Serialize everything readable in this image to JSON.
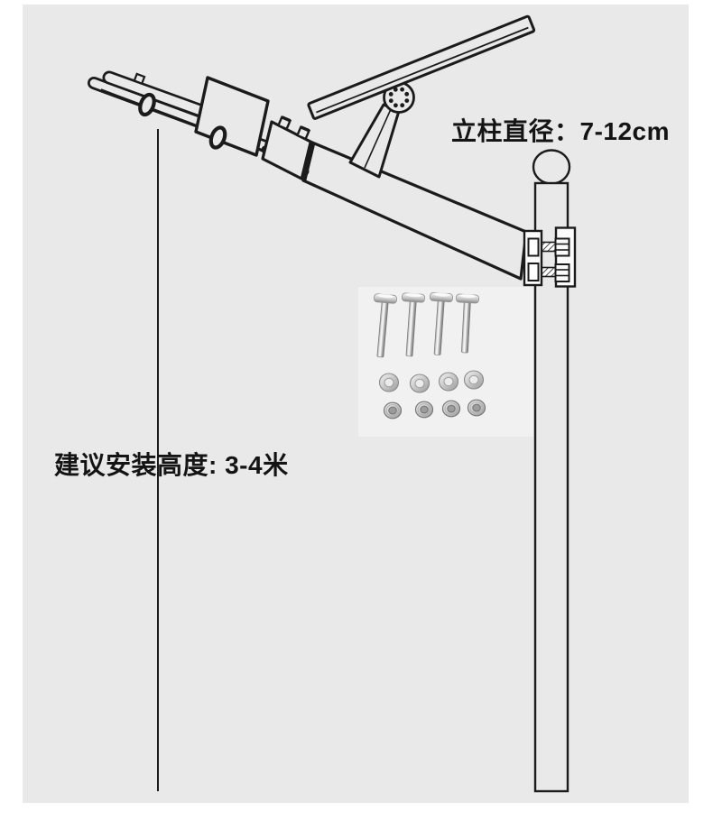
{
  "page": {
    "background_color": "#ffffff",
    "canvas_color": "#e9e9e9",
    "line_color": "#1b1b1b",
    "text_color": "#141414"
  },
  "labels": {
    "pole_diameter": "立柱直径：7-12cm",
    "install_height": "建议安装高度: 3-4米"
  },
  "diagram": {
    "type": "installation-diagram",
    "components": [
      "solar-panel",
      "panel-hinge-disc",
      "panel-strut",
      "lamp-head",
      "mounting-arm",
      "pole-clamp",
      "pole-ball-top",
      "pole",
      "height-measurement-line",
      "mounting-hardware"
    ],
    "hardware_counts": {
      "bolts": 4,
      "washers": 4,
      "nuts": 4
    }
  }
}
